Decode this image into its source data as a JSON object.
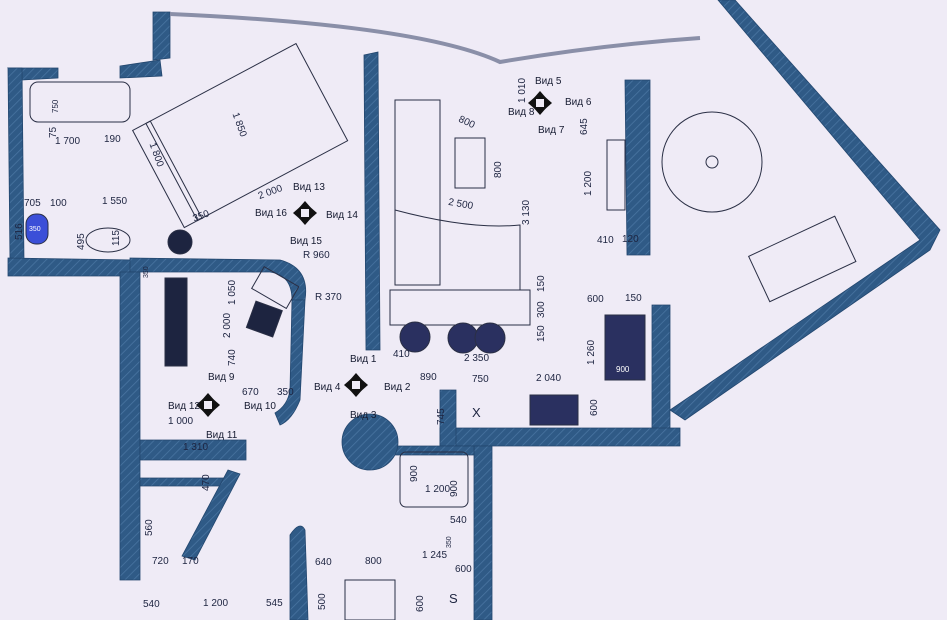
{
  "colors": {
    "paper": "#efebf6",
    "wall": "#2f5a86",
    "ink": "#1d2440",
    "accent": "#3b4fd8"
  },
  "views": [
    "Вид 1",
    "Вид 2",
    "Вид 3",
    "Вид 4",
    "Вид 5",
    "Вид 6",
    "Вид 7",
    "Вид 8",
    "Вид 9",
    "Вид 10",
    "Вид 11",
    "Вид 12",
    "Вид 13",
    "Вид 14",
    "Вид 15",
    "Вид 16"
  ],
  "radii": [
    "R 960",
    "R 370"
  ],
  "marks": [
    "X",
    "S"
  ],
  "dims_h": [
    "1 700",
    "190",
    "705",
    "100",
    "1 550",
    "2 000",
    "350",
    "800",
    "2 500",
    "410",
    "120",
    "600",
    "150",
    "410",
    "2 350",
    "890",
    "750",
    "2 040",
    "670",
    "350",
    "1 000",
    "1 310",
    "1 200",
    "540",
    "1 245",
    "600",
    "640",
    "800",
    "720",
    "170",
    "540",
    "1 200",
    "545"
  ],
  "dims_v": [
    "1 850",
    "1 800",
    "1 010",
    "645",
    "800",
    "3 130",
    "1 200",
    "150",
    "300",
    "150",
    "1 260",
    "600",
    "1 050",
    "2 000",
    "740",
    "745",
    "900",
    "900",
    "470",
    "560",
    "500",
    "600",
    "75",
    "495",
    "115",
    "516"
  ],
  "fixture_labels": [
    "750",
    "350",
    "350",
    "350",
    "900"
  ]
}
